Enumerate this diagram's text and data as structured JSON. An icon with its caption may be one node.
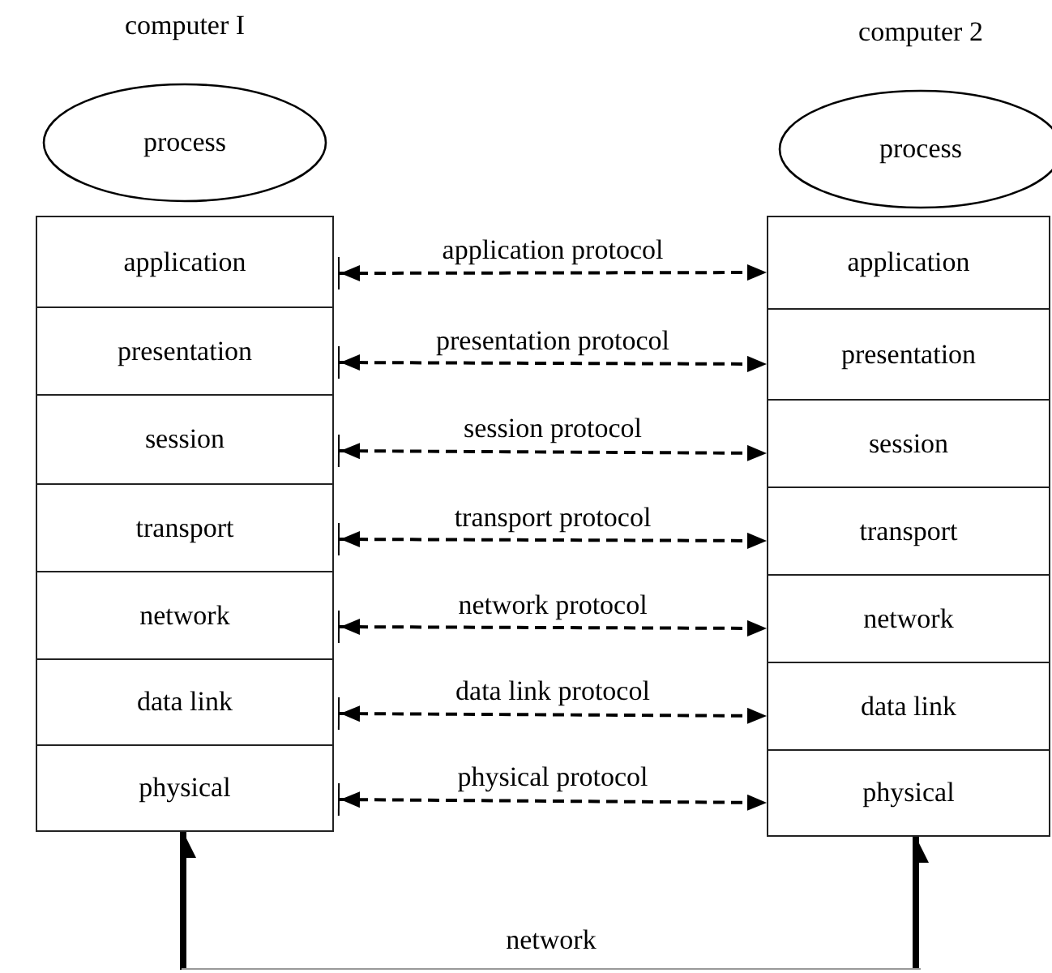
{
  "diagram": {
    "nodes": [
      {
        "text": [
          "process"
        ]
      },
      {
        "text": [
          "process"
        ]
      },
      {
        "text": [
          "application"
        ]
      },
      {
        "text": [
          "presentation"
        ]
      },
      {
        "text": [
          "session"
        ]
      },
      {
        "text": [
          "transport"
        ]
      },
      {
        "text": [
          "network"
        ]
      },
      {
        "text": [
          "data link"
        ]
      },
      {
        "text": [
          "physical"
        ]
      },
      {
        "text": [
          "application"
        ]
      },
      {
        "text": [
          "presentation"
        ]
      },
      {
        "text": [
          "session"
        ]
      },
      {
        "text": [
          "transport"
        ]
      },
      {
        "text": [
          "network"
        ]
      },
      {
        "text": [
          "data link"
        ]
      },
      {
        "text": [
          "physical"
        ]
      },
      {
        "text": [
          "network"
        ]
      }
    ],
    "edges": [
      {
        "from": 2,
        "to": 9,
        "arrow": "both",
        "style": "dashed",
        "label": "application protocol"
      },
      {
        "from": 3,
        "to": 10,
        "arrow": "both",
        "style": "dashed",
        "label": "presentation protocol"
      },
      {
        "from": 4,
        "to": 11,
        "arrow": "both",
        "style": "dashed",
        "label": "session protocol"
      },
      {
        "from": 5,
        "to": 12,
        "arrow": "both",
        "style": "dashed",
        "label": "transport protocol"
      },
      {
        "from": 6,
        "to": 13,
        "arrow": "both",
        "style": "dashed",
        "label": "network protocol"
      },
      {
        "from": 7,
        "to": 14,
        "arrow": "both",
        "style": "dashed",
        "label": "data link protocol"
      },
      {
        "from": 8,
        "to": 15,
        "arrow": "both",
        "style": "dashed",
        "label": "physical protocol"
      },
      {
        "from": 16,
        "to": 8,
        "arrow": "to",
        "style": "thick"
      },
      {
        "from": 16,
        "to": 15,
        "arrow": "to",
        "style": "thick"
      }
    ],
    "labels": [
      "computer I",
      "computer 2"
    ]
  }
}
